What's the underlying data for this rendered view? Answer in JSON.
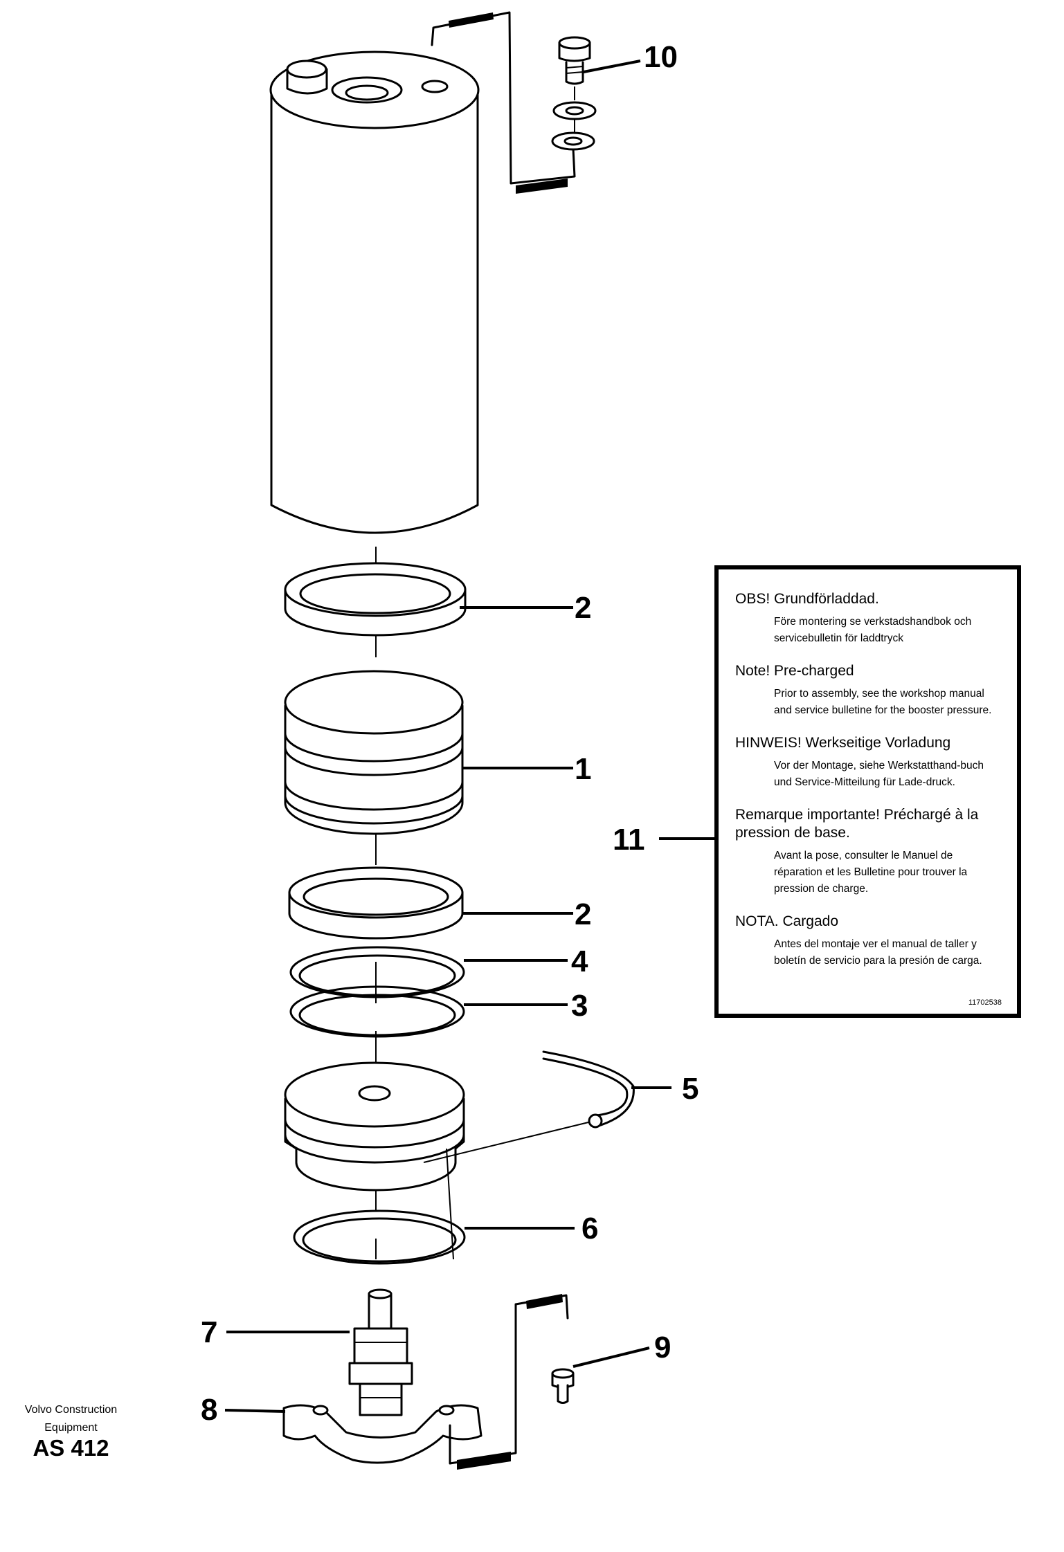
{
  "callouts": {
    "c10": "10",
    "c2a": "2",
    "c1": "1",
    "c11": "11",
    "c2b": "2",
    "c4": "4",
    "c3": "3",
    "c5": "5",
    "c6": "6",
    "c7": "7",
    "c9": "9",
    "c8": "8"
  },
  "note": {
    "sections": [
      {
        "heading": "OBS! Grundförladdad.",
        "body": "Före montering se verkstadshandbok och servicebulletin för laddtryck"
      },
      {
        "heading": "Note! Pre-charged",
        "body": "Prior to assembly, see the workshop manual and service bulletine for the booster pressure."
      },
      {
        "heading": "HINWEIS! Werkseitige Vorladung",
        "body": "Vor der Montage, siehe Werkstatthand-buch und Service-Mitteilung für Lade-druck."
      },
      {
        "heading": "Remarque importante! Préchargé à la pression de base.",
        "body": "Avant la pose, consulter le Manuel de réparation et les Bulletine pour trouver la pression de charge."
      },
      {
        "heading": "NOTA. Cargado",
        "body": "Antes del montaje ver el manual de taller y boletín de servicio para la presión de carga."
      }
    ],
    "id": "11702538"
  },
  "footer": {
    "company": "Volvo Construction Equipment",
    "code": "AS 412"
  }
}
